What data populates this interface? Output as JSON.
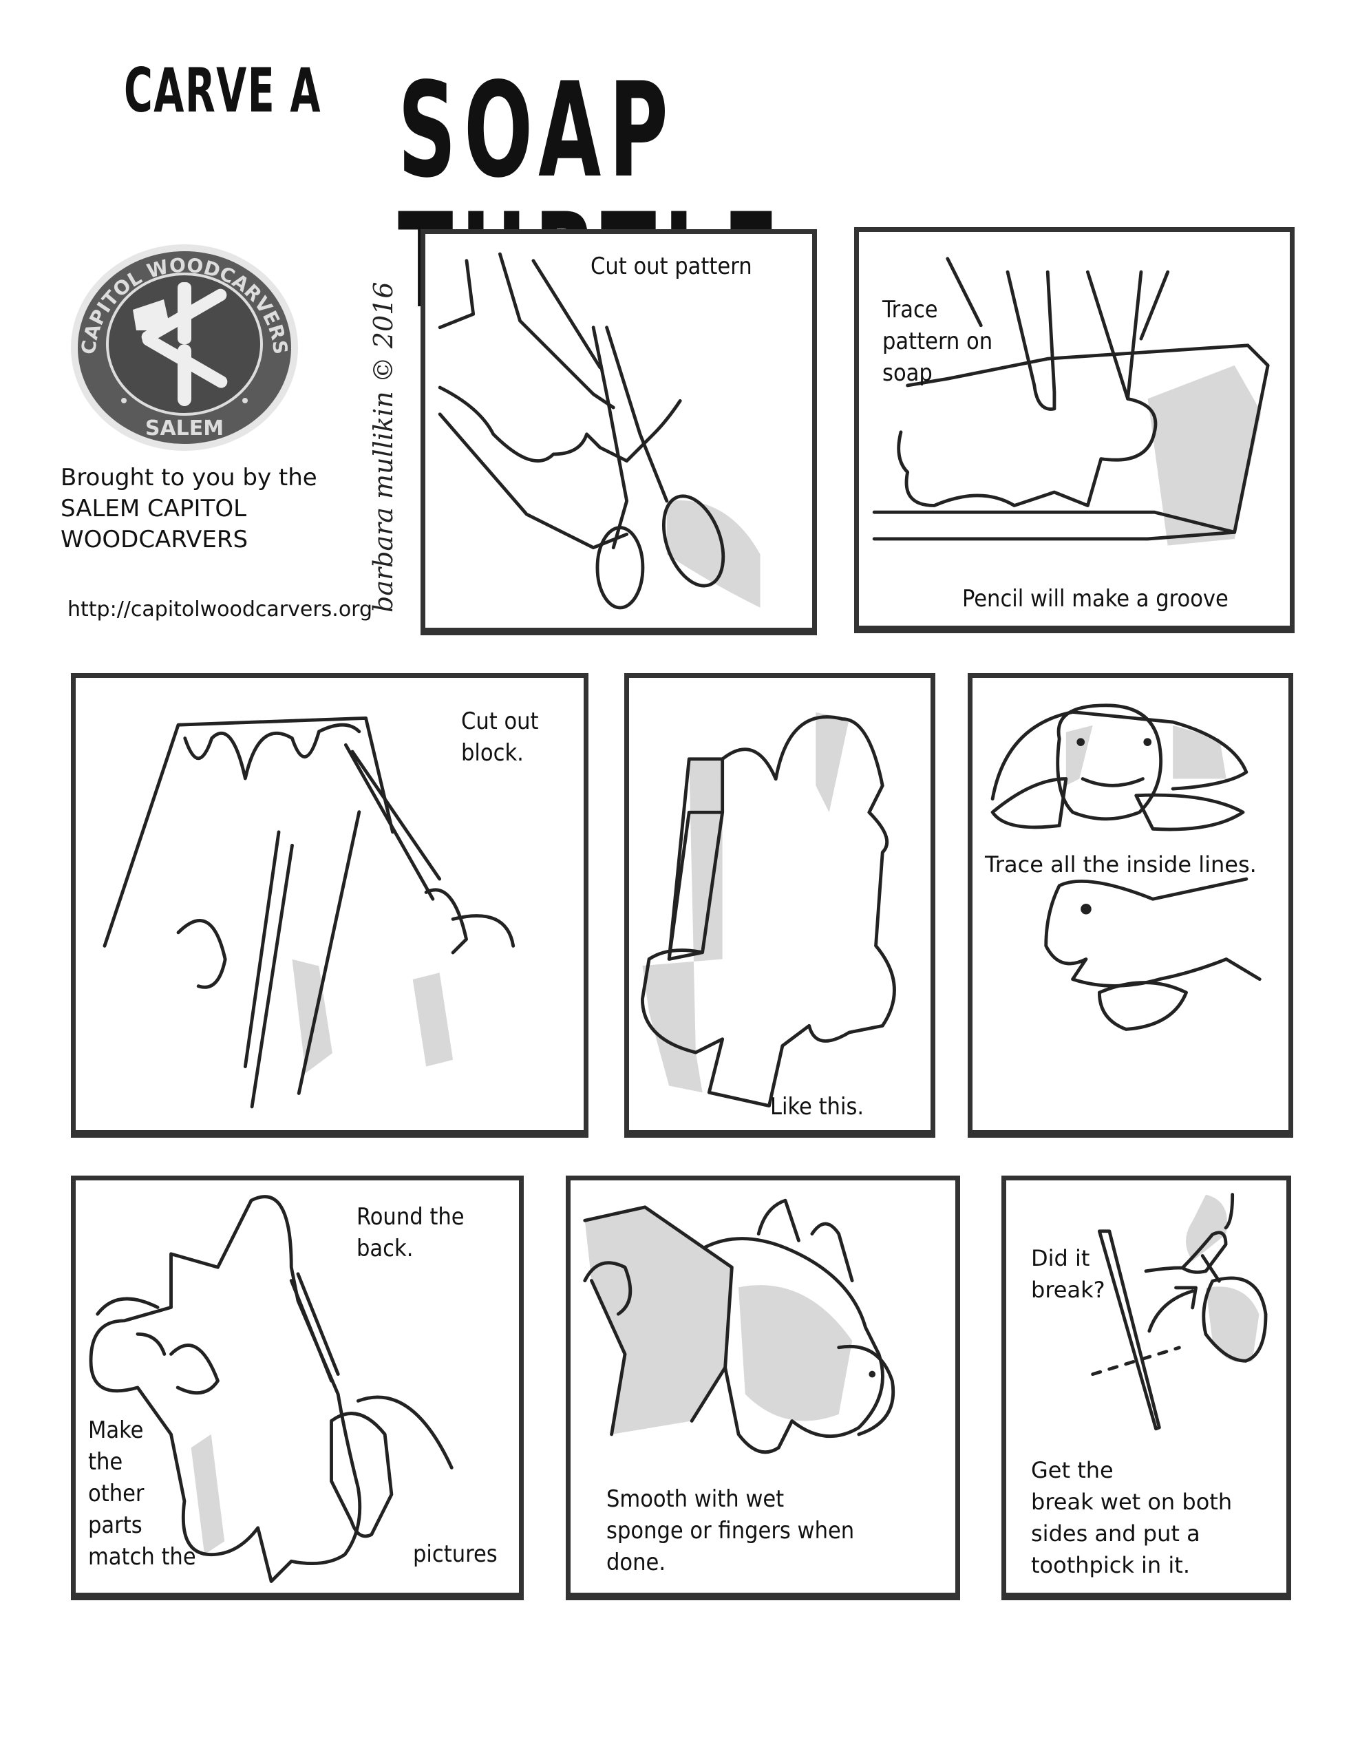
{
  "header": {
    "title_prefix": "CARVE A",
    "title_main": "SOAP TURTLE"
  },
  "logo": {
    "name": "Capitol Woodcarvers Salem badge",
    "ring_top_text": "CAPITOL WOODCARVERS",
    "ring_bottom_text": "SALEM"
  },
  "credits": {
    "line1": "Brought to you by the",
    "line2": "SALEM CAPITOL",
    "line3": "WOODCARVERS",
    "url": "http://capitolwoodcarvers.org",
    "signature": "barbara mullikin © 2016"
  },
  "panels": [
    {
      "id": 1,
      "captions": [
        "Cut out pattern"
      ],
      "illustration": "scissors-cutting-pattern"
    },
    {
      "id": 2,
      "captions": [
        "Trace",
        "pattern on",
        "soap",
        "Pencil will make a groove"
      ],
      "illustration": "pencil-tracing-on-soap"
    },
    {
      "id": 3,
      "captions": [
        "Cut out",
        "block."
      ],
      "illustration": "knife-cutting-block"
    },
    {
      "id": 4,
      "captions": [
        "Like this."
      ],
      "illustration": "cut-soap-block"
    },
    {
      "id": 5,
      "captions": [
        "Trace all the inside lines."
      ],
      "illustration": "turtle-front-and-side"
    },
    {
      "id": 6,
      "captions": [
        "Round the",
        "back.",
        "Make",
        "the",
        "other",
        "parts",
        "match the",
        "pictures"
      ],
      "illustration": "rounding-back-with-knife"
    },
    {
      "id": 7,
      "captions": [
        "Smooth with wet",
        "sponge or fingers when",
        "done."
      ],
      "illustration": "smoothing-with-sponge"
    },
    {
      "id": 8,
      "captions": [
        "Did it",
        "break?",
        "Get the",
        "break wet on both",
        "sides and put a",
        "toothpick in it."
      ],
      "illustration": "toothpick-repair"
    }
  ],
  "colors": {
    "ink": "#111111",
    "border": "#333333",
    "shade": "#c8c8c8",
    "badge_dark": "#555555"
  }
}
